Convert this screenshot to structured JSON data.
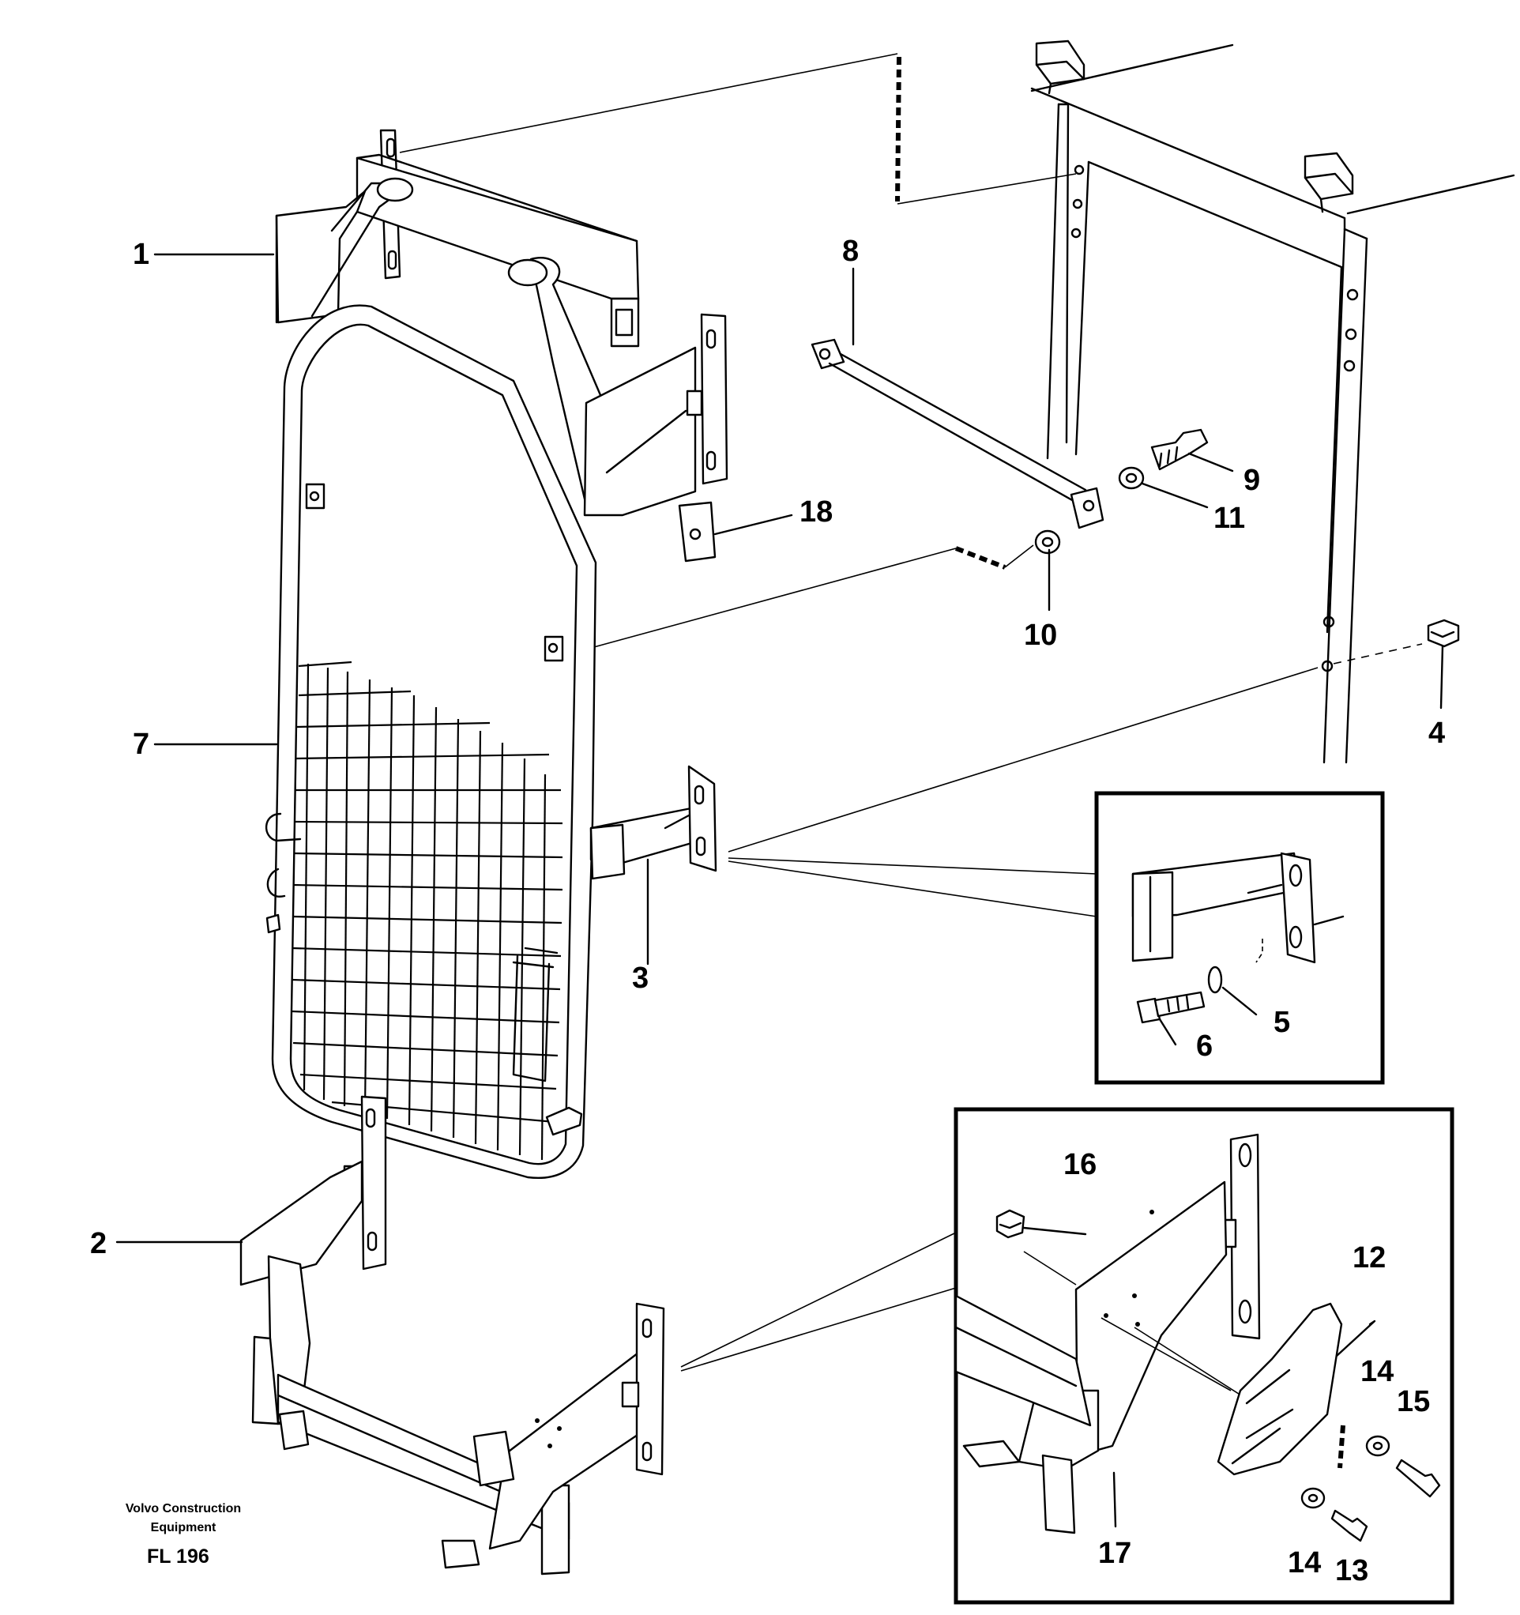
{
  "callouts": {
    "c1": "1",
    "c2": "2",
    "c3": "3",
    "c4": "4",
    "c5": "5",
    "c6": "6",
    "c7": "7",
    "c8": "8",
    "c9": "9",
    "c10": "10",
    "c11": "11",
    "c12": "12",
    "c13": "13",
    "c14a": "14",
    "c14b": "14",
    "c15": "15",
    "c16": "16",
    "c17": "17",
    "c18": "18"
  },
  "footer": {
    "company_line1": "Volvo Construction",
    "company_line2": "Equipment",
    "figure_code": "FL 196"
  }
}
